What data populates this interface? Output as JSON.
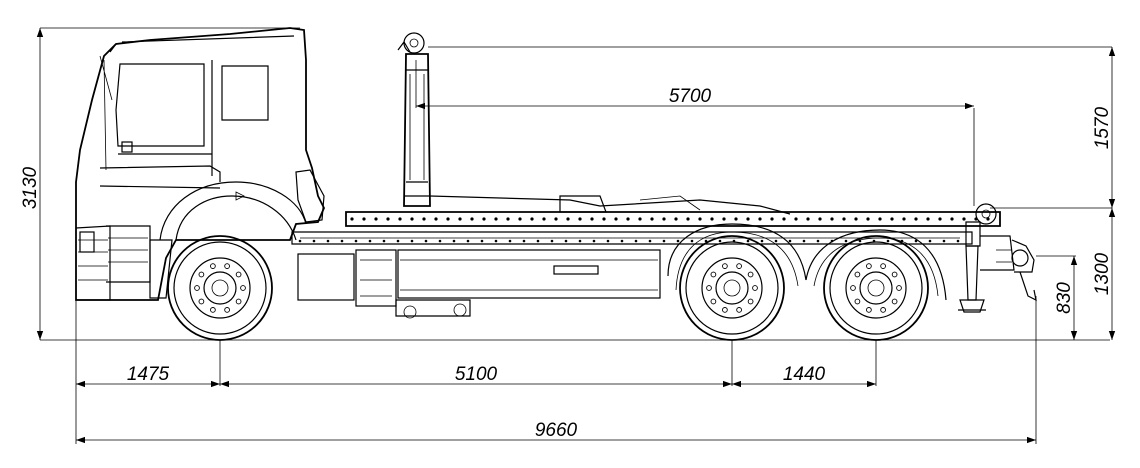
{
  "dimensions": {
    "overall_height": "3130",
    "hook_height": "1570",
    "frame_height": "1300",
    "coupling_height": "830",
    "hook_reach": "5700",
    "front_overhang": "1475",
    "wheelbase": "5100",
    "rear_axle_spacing": "1440",
    "overall_length": "9660"
  },
  "colors": {
    "line": "#000000",
    "background": "#ffffff"
  }
}
